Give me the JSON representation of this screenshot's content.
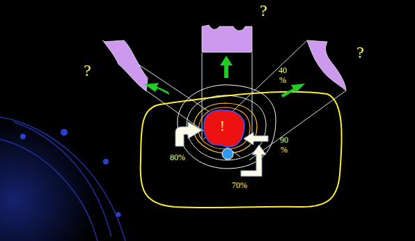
{
  "diagram": {
    "labels": [
      "?",
      "?",
      "?",
      "!",
      "40 %",
      "90 %",
      "80%",
      "70%"
    ]
  }
}
